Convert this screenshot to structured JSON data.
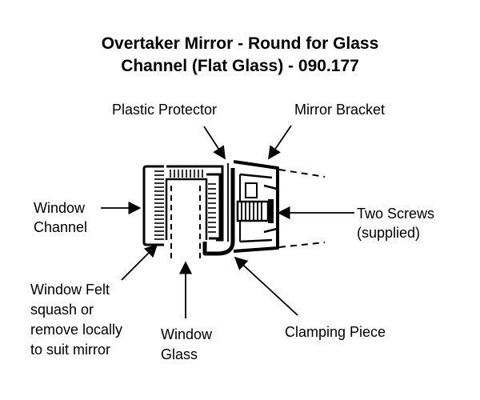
{
  "title": {
    "line1": "Overtaker Mirror - Round for Glass",
    "line2": "Channel (Flat Glass) - 090.177"
  },
  "labels": {
    "plastic_protector": "Plastic Protector",
    "mirror_bracket": "Mirror Bracket",
    "window_channel_1": "Window",
    "window_channel_2": "Channel",
    "two_screws_1": "Two Screws",
    "two_screws_2": "(supplied)",
    "window_felt_1": "Window Felt",
    "window_felt_2": "squash or",
    "window_felt_3": "remove locally",
    "window_felt_4": "to suit mirror",
    "window_glass_1": "Window",
    "window_glass_2": "Glass",
    "clamping_piece": "Clamping Piece"
  },
  "colors": {
    "ink": "#000000",
    "paper": "#ffffff"
  }
}
